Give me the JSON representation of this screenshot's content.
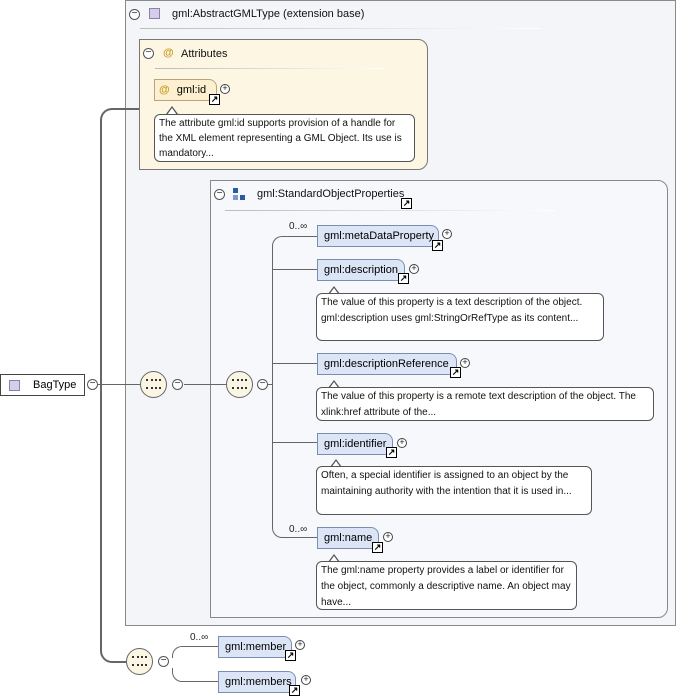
{
  "root": {
    "label": "BagType"
  },
  "extension": {
    "label": "gml:AbstractGMLType (extension base)"
  },
  "attributes": {
    "title": "Attributes",
    "id_attr": {
      "label": "gml:id"
    },
    "id_doc": "The attribute gml:id supports provision of a handle for the XML element representing a GML Object. Its use is mandatory..."
  },
  "std_props": {
    "label": "gml:StandardObjectProperties",
    "items": [
      {
        "label": "gml:metaDataProperty",
        "card": "0..∞",
        "doc": ""
      },
      {
        "label": "gml:description",
        "card": "",
        "doc": "The value of this property is a text description of the object. gml:description uses gml:StringOrRefType as its content..."
      },
      {
        "label": "gml:descriptionReference",
        "card": "",
        "doc": "The value of this property is a remote text description of the object. The xlink:href attribute of the..."
      },
      {
        "label": "gml:identifier",
        "card": "",
        "doc": "Often, a special identifier is assigned to an object by the maintaining authority with the intention that it is used in..."
      },
      {
        "label": "gml:name",
        "card": "0..∞",
        "doc": "The gml:name property provides a label or identifier for the object, commonly a descriptive name. An object may have..."
      }
    ]
  },
  "choice": {
    "items": [
      {
        "label": "gml:member",
        "card": "0..∞"
      },
      {
        "label": "gml:members",
        "card": ""
      }
    ]
  },
  "symbols": {
    "collapse": "⊖",
    "expand": "+",
    "link": "↗",
    "attr": "@"
  },
  "colors": {
    "element_fill": "#dbe5f5",
    "attr_fill": "#fdf6e3",
    "type_icon": "#d6cde8"
  }
}
